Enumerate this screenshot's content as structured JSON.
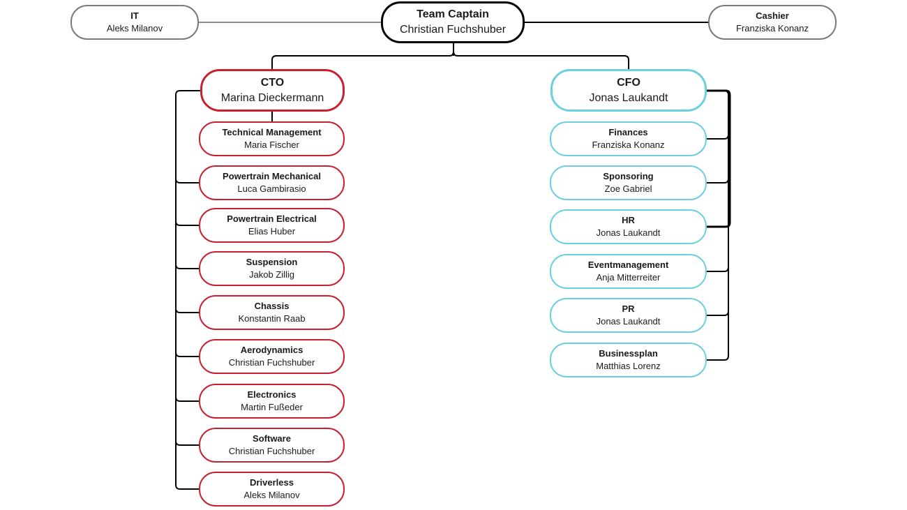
{
  "colors": {
    "top": "#000000",
    "side": "#7a7a7a",
    "cto": "#c8202f",
    "cfo": "#6ccfe0",
    "line": "#000000",
    "side_line": "#8a8a8a"
  },
  "captain": {
    "role": "Team Captain",
    "person": "Christian Fuchshuber"
  },
  "it": {
    "role": "IT",
    "person": "Aleks Milanov"
  },
  "cashier": {
    "role": "Cashier",
    "person": "Franziska Konanz"
  },
  "cto": {
    "role": "CTO",
    "person": "Marina Dieckermann",
    "teams": [
      {
        "role": "Technical Management",
        "person": "Maria Fischer"
      },
      {
        "role": "Powertrain Mechanical",
        "person": "Luca Gambirasio"
      },
      {
        "role": "Powertrain Electrical",
        "person": "Elias Huber"
      },
      {
        "role": "Suspension",
        "person": "Jakob Zillig"
      },
      {
        "role": "Chassis",
        "person": "Konstantin Raab"
      },
      {
        "role": "Aerodynamics",
        "person": "Christian Fuchshuber"
      },
      {
        "role": "Electronics",
        "person": "Martin Fußeder"
      },
      {
        "role": "Software",
        "person": "Christian Fuchshuber"
      },
      {
        "role": "Driverless",
        "person": "Aleks Milanov"
      }
    ]
  },
  "cfo": {
    "role": "CFO",
    "person": "Jonas Laukandt",
    "teams": [
      {
        "role": "Finances",
        "person": "Franziska Konanz"
      },
      {
        "role": "Sponsoring",
        "person": "Zoe Gabriel"
      },
      {
        "role": "HR",
        "person": "Jonas Laukandt"
      },
      {
        "role": "Eventmanagement",
        "person": "Anja Mitterreiter"
      },
      {
        "role": "PR",
        "person": "Jonas Laukandt"
      },
      {
        "role": "Businessplan",
        "person": "Matthias Lorenz"
      }
    ]
  }
}
